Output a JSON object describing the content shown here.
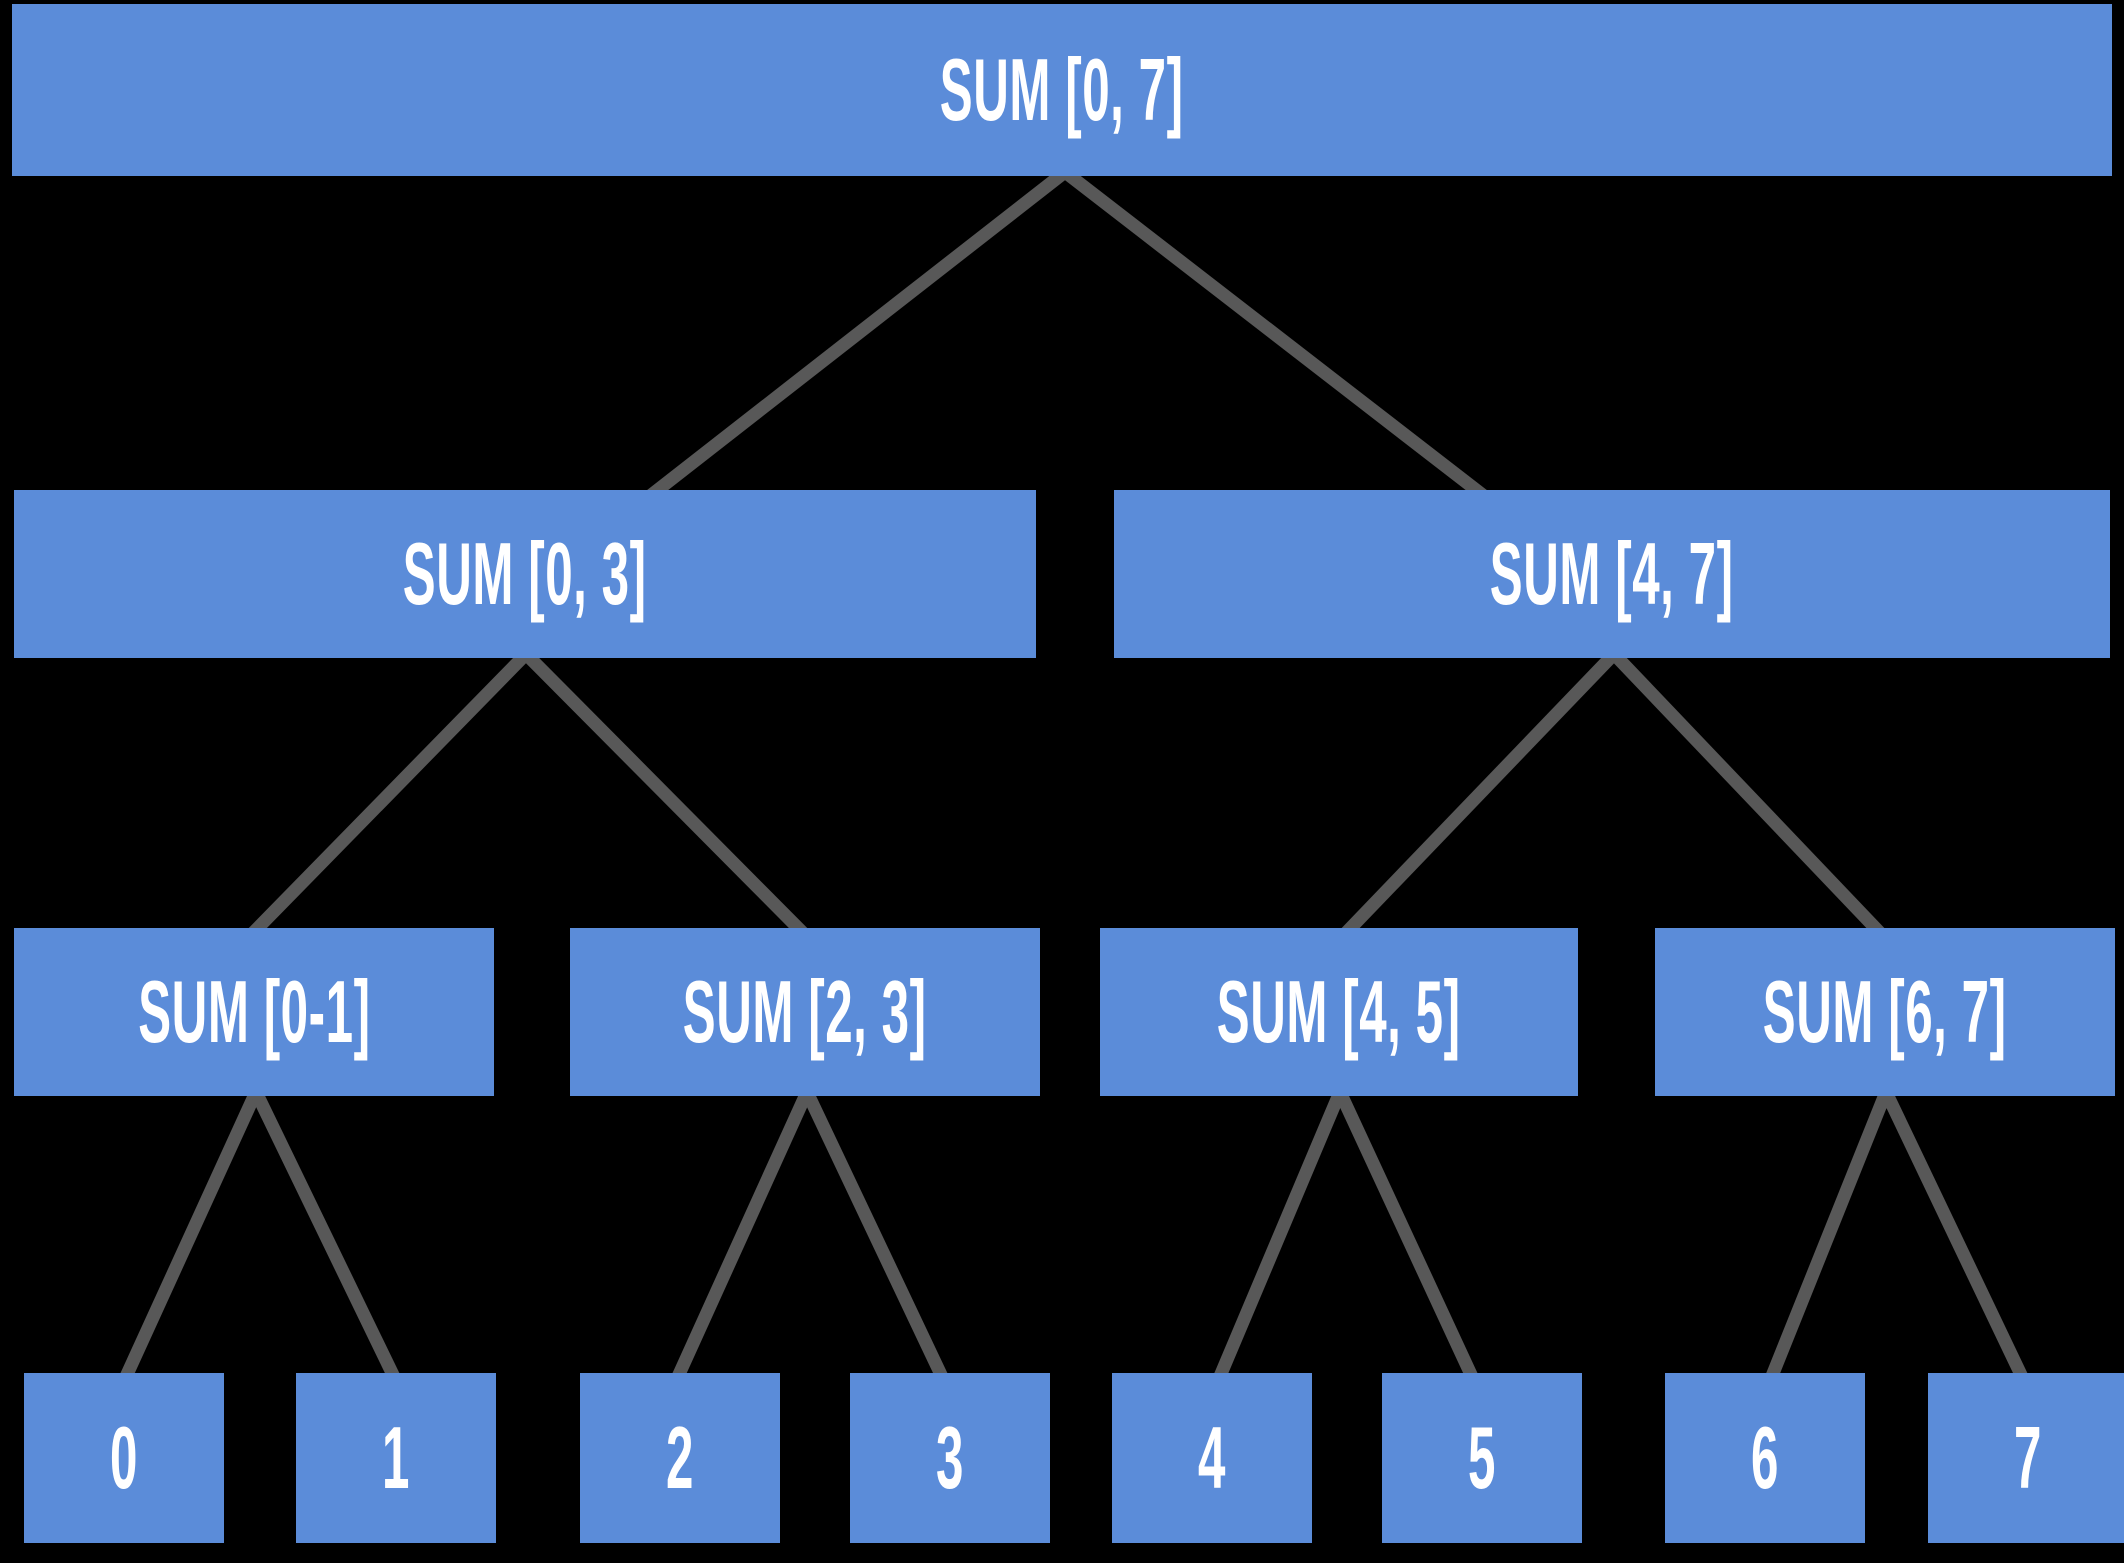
{
  "diagram": {
    "title": "segment-tree-sum-ranges",
    "colors": {
      "background": "#000000",
      "node_fill": "#5b8cd9",
      "node_text": "#ffffff",
      "edge": "#585858"
    },
    "tree": {
      "root": {
        "label": "SUM [0, 7]"
      },
      "level2": [
        {
          "label": "SUM [0, 3]"
        },
        {
          "label": "SUM [4, 7]"
        }
      ],
      "level3": [
        {
          "label": "SUM [0-1]"
        },
        {
          "label": "SUM [2, 3]"
        },
        {
          "label": "SUM [4, 5]"
        },
        {
          "label": "SUM [6, 7]"
        }
      ],
      "leaves": [
        {
          "label": "0"
        },
        {
          "label": "1"
        },
        {
          "label": "2"
        },
        {
          "label": "3"
        },
        {
          "label": "4"
        },
        {
          "label": "5"
        },
        {
          "label": "6"
        },
        {
          "label": "7"
        }
      ]
    }
  }
}
